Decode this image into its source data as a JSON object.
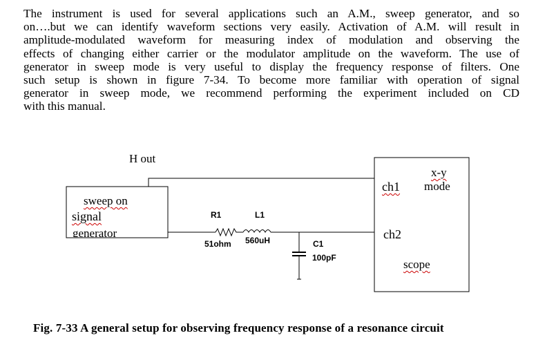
{
  "paragraph": {
    "lines": [
      "The instrument is used for several applications such an A.M., sweep generator, and so",
      "on….but we can identify waveform sections very easily. Activation of A.M. will result in",
      "amplitude-modulated waveform for measuring index of modulation and observing the",
      "effects of changing either carrier or the modulator amplitude on the waveform. The use of",
      "generator in sweep mode is very useful to display the frequency response of filters. One",
      "such setup is shown in figure 7-34.  To become more familiar with operation of signal",
      "generator in sweep mode, we recommend performing the experiment included on CD",
      "with this manual."
    ]
  },
  "circuit": {
    "h_out": "H out",
    "generator": {
      "line1": "sweep on",
      "line2": "signal",
      "line3": "generator"
    },
    "r1": {
      "name": "R1",
      "value": "51ohm"
    },
    "l1": {
      "name": "L1",
      "value": "560uH"
    },
    "c1": {
      "name": "C1",
      "value": "100pF"
    },
    "scope": {
      "ch1": "ch1",
      "xy": "x-y",
      "mode": "mode",
      "ch2": "ch2",
      "label": "scope"
    }
  },
  "caption": "Fig. 7-33 A general setup for observing frequency response of a resonance circuit"
}
